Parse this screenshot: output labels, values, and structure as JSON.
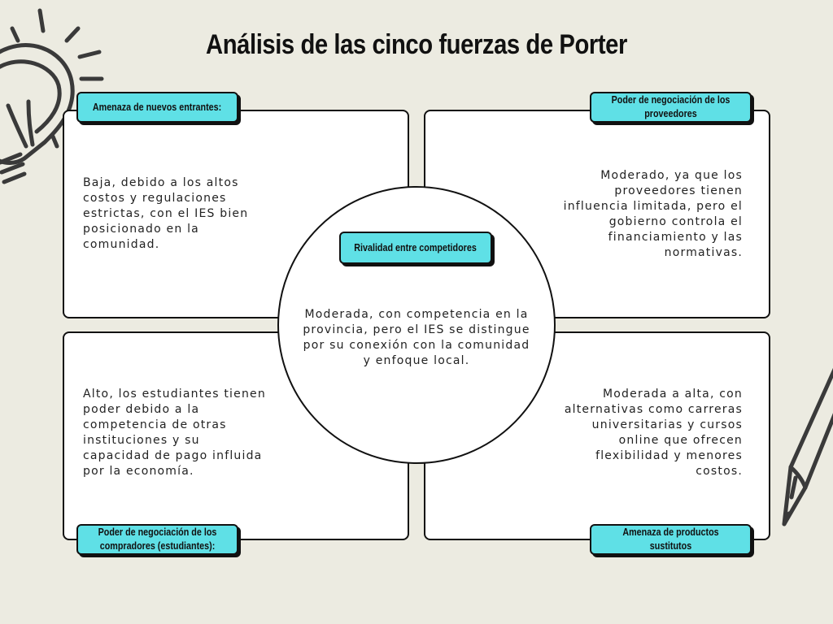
{
  "title": "Análisis de las cinco fuerzas de Porter",
  "labels": {
    "new_entrants": "Amenaza de nuevos entrantes:",
    "suppliers": "Poder de negociación de los proveedores",
    "rivalry": "Rivalidad entre competidores",
    "buyers": "Poder de negociación de los compradores (estudiantes):",
    "substitutes": "Amenaza de productos sustitutos"
  },
  "texts": {
    "new_entrants": "Baja, debido a los altos costos y regulaciones estrictas, con el IES bien posicionado en la comunidad.",
    "suppliers": "Moderado, ya que los proveedores tienen influencia limitada, pero el gobierno controla el financiamiento y las normativas.",
    "rivalry": "Moderada, con competencia en la provincia, pero el IES se distingue por su conexión con la comunidad y enfoque local.",
    "buyers": "Alto, los estudiantes tienen poder debido a la competencia de otras instituciones y su capacidad de pago influida por la economía.",
    "substitutes": "Moderada a alta, con alternativas como carreras universitarias y cursos online que ofrecen flexibilidad y menores costos."
  },
  "decorations": {
    "top_left": "lightbulb-icon",
    "bottom_right": "pencil-icon"
  },
  "colors": {
    "background": "#ecebe1",
    "label_fill": "#5fe0e6",
    "outline": "#111111"
  }
}
